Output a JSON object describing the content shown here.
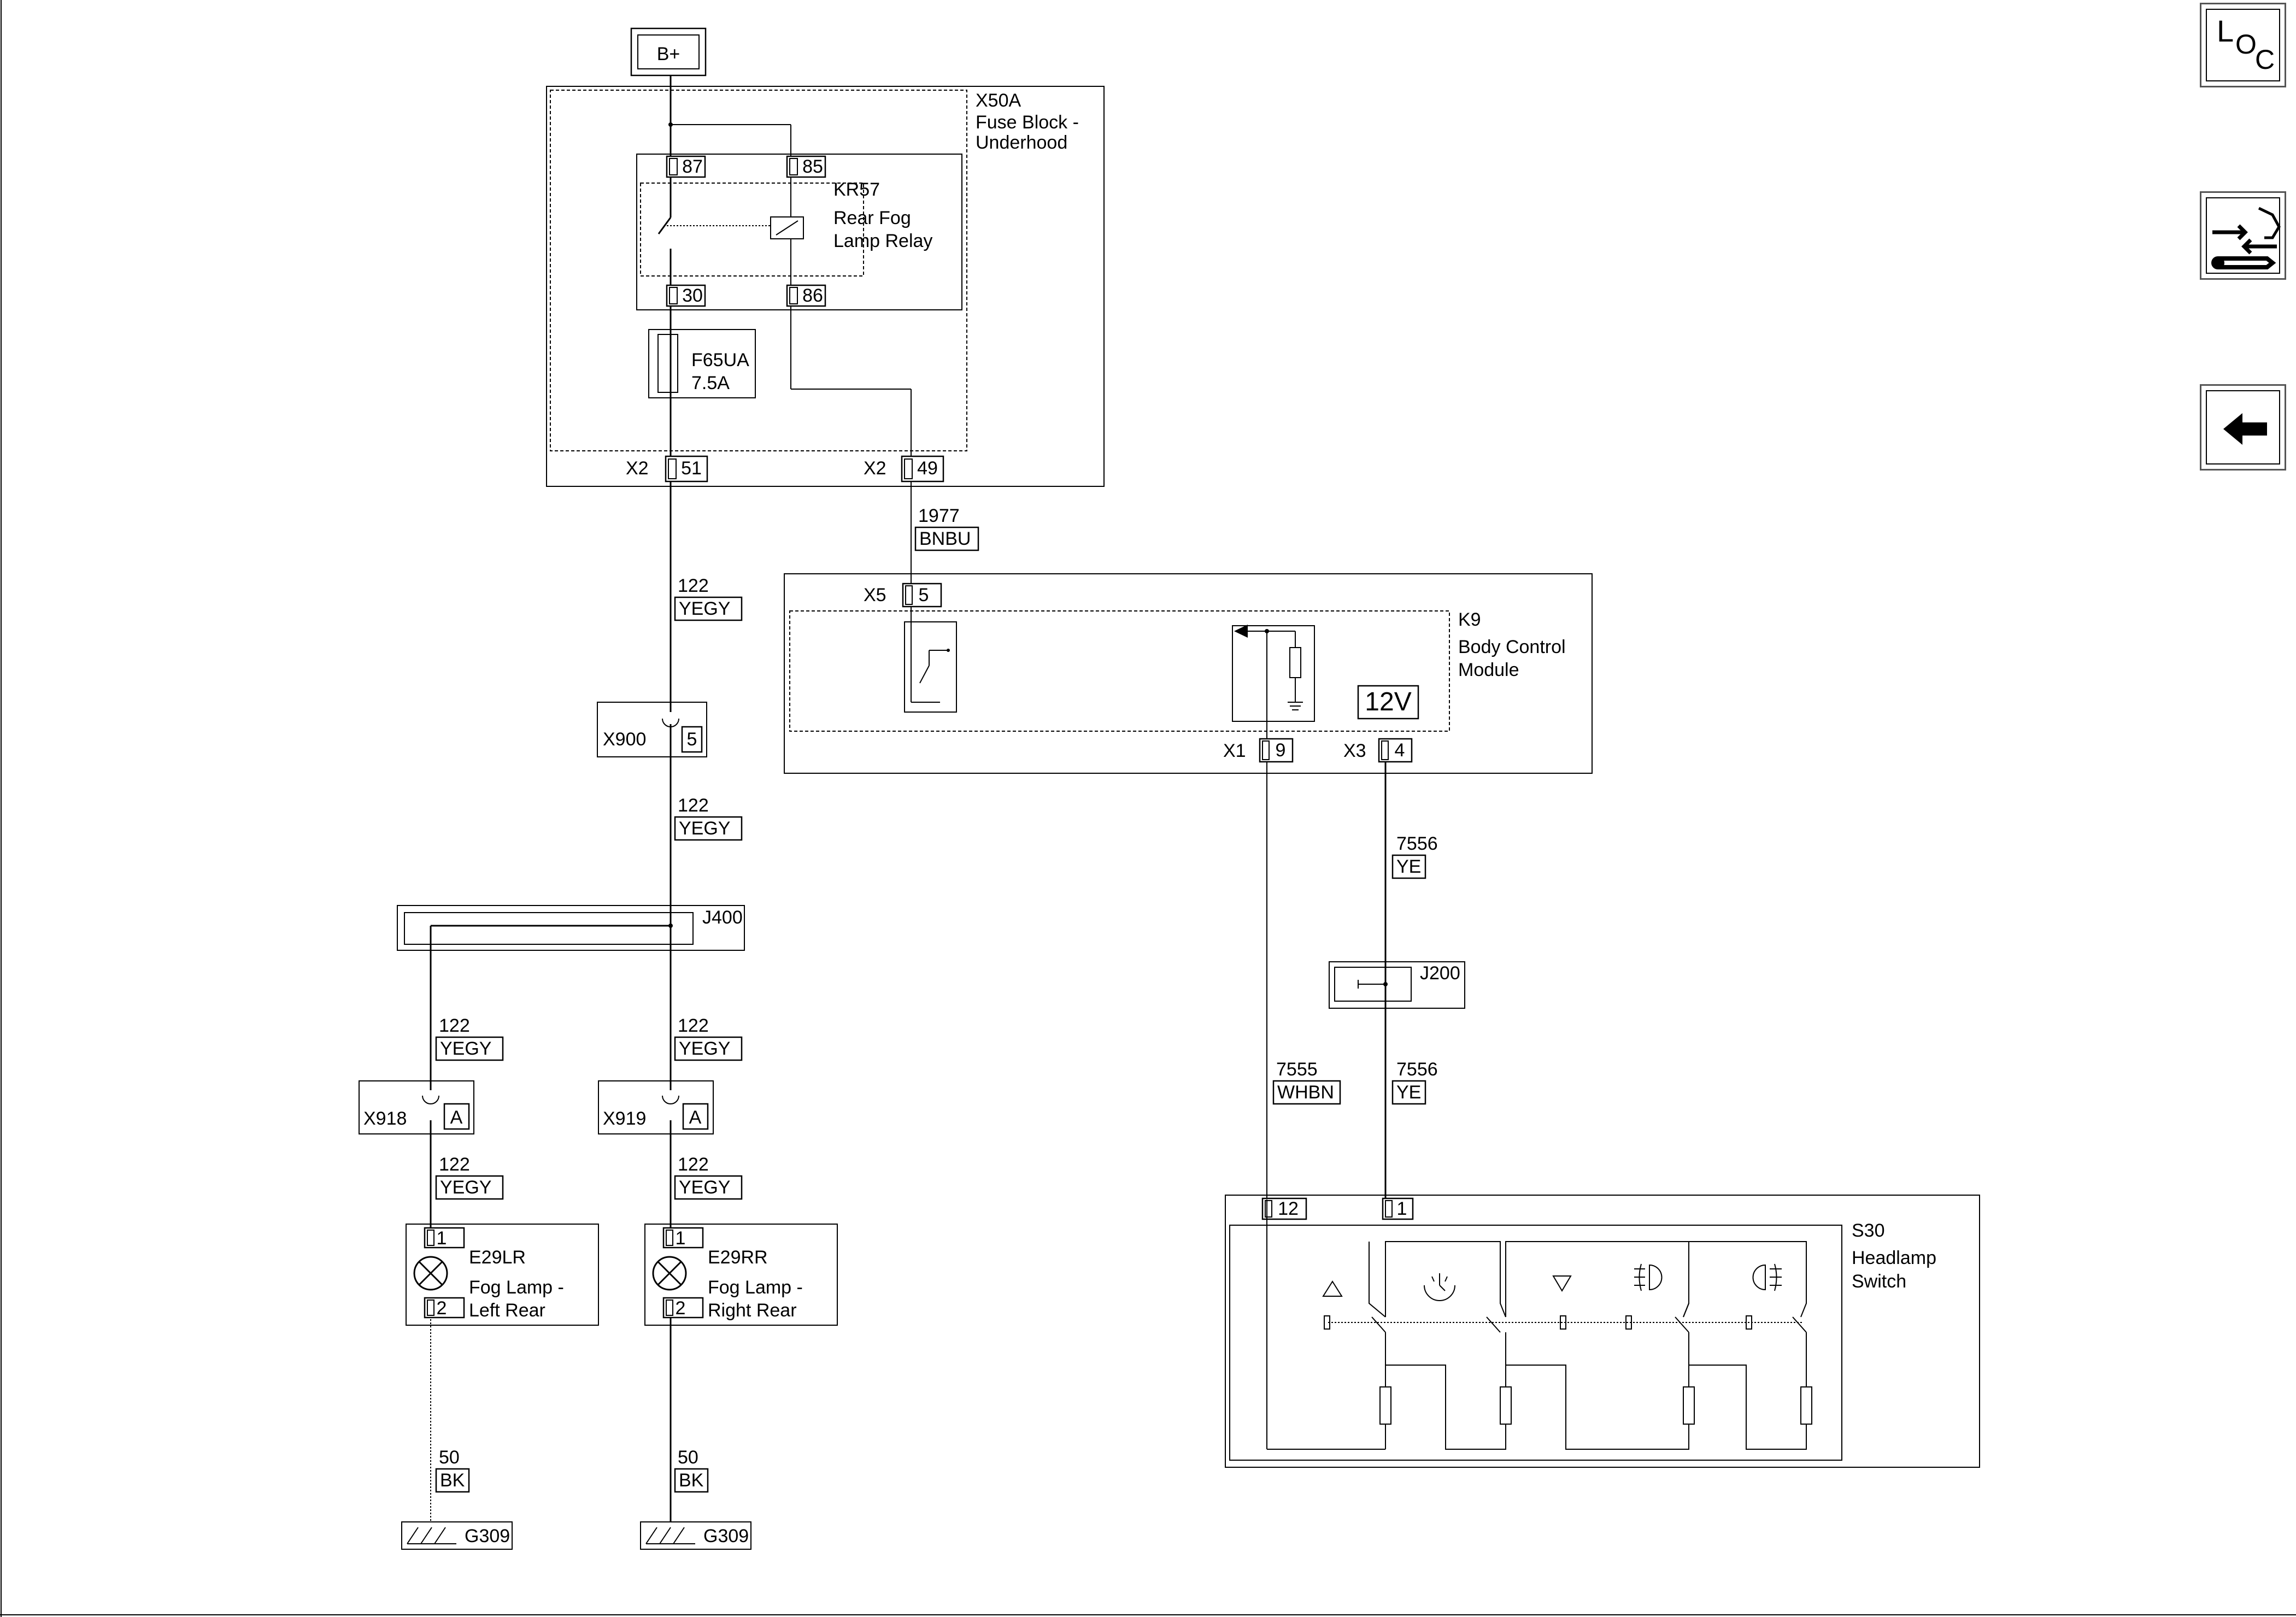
{
  "power": {
    "label": "B+"
  },
  "fuse_block": {
    "id": "X50A",
    "name_line1": "Fuse Block -",
    "name_line2": "Underhood"
  },
  "relay": {
    "id": "KR57",
    "name_line1": "Rear Fog",
    "name_line2": "Lamp Relay",
    "pin_87": "87",
    "pin_85": "85",
    "pin_30": "30",
    "pin_86": "86"
  },
  "fuse": {
    "id": "F65UA",
    "rating": "7.5A"
  },
  "fuse_block_connectors": [
    {
      "conn": "X2",
      "pin": "51"
    },
    {
      "conn": "X2",
      "pin": "49"
    }
  ],
  "wires": {
    "w1977": {
      "circuit": "1977",
      "color": "BNBU"
    },
    "w122_a": {
      "circuit": "122",
      "color": "YEGY"
    },
    "w122_b": {
      "circuit": "122",
      "color": "YEGY"
    },
    "w122_left": {
      "circuit": "122",
      "color": "YEGY"
    },
    "w122_right": {
      "circuit": "122",
      "color": "YEGY"
    },
    "w122_left2": {
      "circuit": "122",
      "color": "YEGY"
    },
    "w122_right2": {
      "circuit": "122",
      "color": "YEGY"
    },
    "w50_left": {
      "circuit": "50",
      "color": "BK"
    },
    "w50_right": {
      "circuit": "50",
      "color": "BK"
    },
    "w7556_a": {
      "circuit": "7556",
      "color": "YE"
    },
    "w7556_b": {
      "circuit": "7556",
      "color": "YE"
    },
    "w7555": {
      "circuit": "7555",
      "color": "WHBN"
    }
  },
  "bcm": {
    "id": "K9",
    "name_line1": "Body Control",
    "name_line2": "Module",
    "voltage": "12V",
    "x5_conn": "X5",
    "x5_pin": "5",
    "x1_conn": "X1",
    "x1_pin": "9",
    "x3_conn": "X3",
    "x3_pin": "4"
  },
  "inline_connectors": {
    "x900": {
      "conn": "X900",
      "pin": "5"
    },
    "x918": {
      "conn": "X918",
      "pin": "A"
    },
    "x919": {
      "conn": "X919",
      "pin": "A"
    }
  },
  "splices": {
    "j400": "J400",
    "j200": "J200"
  },
  "lamps": {
    "left": {
      "id": "E29LR",
      "name_line1": "Fog Lamp -",
      "name_line2": "Left Rear",
      "pin1": "1",
      "pin2": "2"
    },
    "right": {
      "id": "E29RR",
      "name_line1": "Fog Lamp -",
      "name_line2": "Right Rear",
      "pin1": "1",
      "pin2": "2"
    }
  },
  "grounds": {
    "left": "G309",
    "right": "G309"
  },
  "headlamp_switch": {
    "id": "S30",
    "name_line1": "Headlamp",
    "name_line2": "Switch",
    "pin_12": "12",
    "pin_1": "1"
  },
  "nav_icons": [
    "location-icon",
    "diagnostic-connector-icon",
    "back-arrow-icon"
  ],
  "loc_label": {
    "l": "L",
    "o": "O",
    "c": "C"
  }
}
